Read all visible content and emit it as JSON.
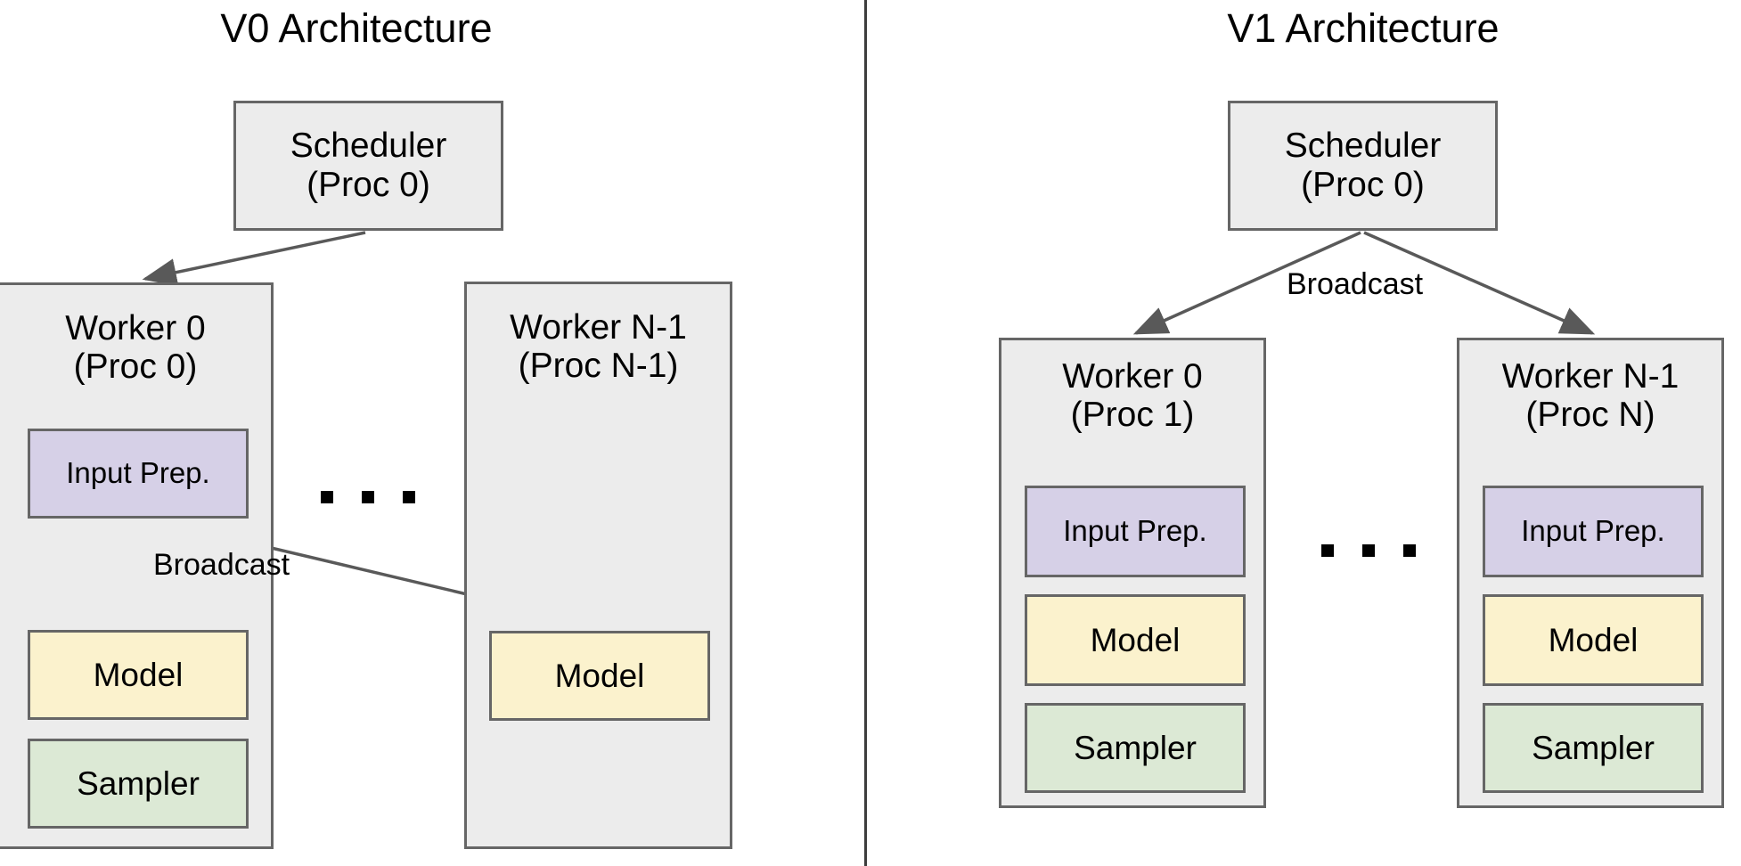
{
  "colors": {
    "node_gray": "#ececec",
    "node_purple": "#d6d0e7",
    "node_yellow": "#fbf2cd",
    "node_green": "#dce9d5",
    "border": "#666666",
    "arrow": "#595959",
    "divider": "#3d3d3d",
    "background": "#ffffff"
  },
  "panels": [
    {
      "title": "V0 Architecture",
      "scheduler": {
        "line1": "Scheduler",
        "line2": "(Proc 0)"
      },
      "workers": [
        {
          "line1": "Worker 0",
          "line2": "(Proc 0)",
          "blocks": [
            {
              "label": "Input Prep.",
              "color": "purple"
            },
            {
              "label": "Model",
              "color": "yellow"
            },
            {
              "label": "Sampler",
              "color": "green"
            }
          ]
        },
        {
          "line1": "Worker N-1",
          "line2": "(Proc N-1)",
          "blocks": [
            {
              "label": "Model",
              "color": "yellow"
            }
          ]
        }
      ],
      "edge_label": "Broadcast",
      "ellipsis": "..."
    },
    {
      "title": "V1 Architecture",
      "scheduler": {
        "line1": "Scheduler",
        "line2": "(Proc 0)"
      },
      "workers": [
        {
          "line1": "Worker 0",
          "line2": "(Proc 1)",
          "blocks": [
            {
              "label": "Input Prep.",
              "color": "purple"
            },
            {
              "label": "Model",
              "color": "yellow"
            },
            {
              "label": "Sampler",
              "color": "green"
            }
          ]
        },
        {
          "line1": "Worker N-1",
          "line2": "(Proc N)",
          "blocks": [
            {
              "label": "Input Prep.",
              "color": "purple"
            },
            {
              "label": "Model",
              "color": "yellow"
            },
            {
              "label": "Sampler",
              "color": "green"
            }
          ]
        }
      ],
      "edge_label": "Broadcast",
      "ellipsis": "..."
    }
  ]
}
